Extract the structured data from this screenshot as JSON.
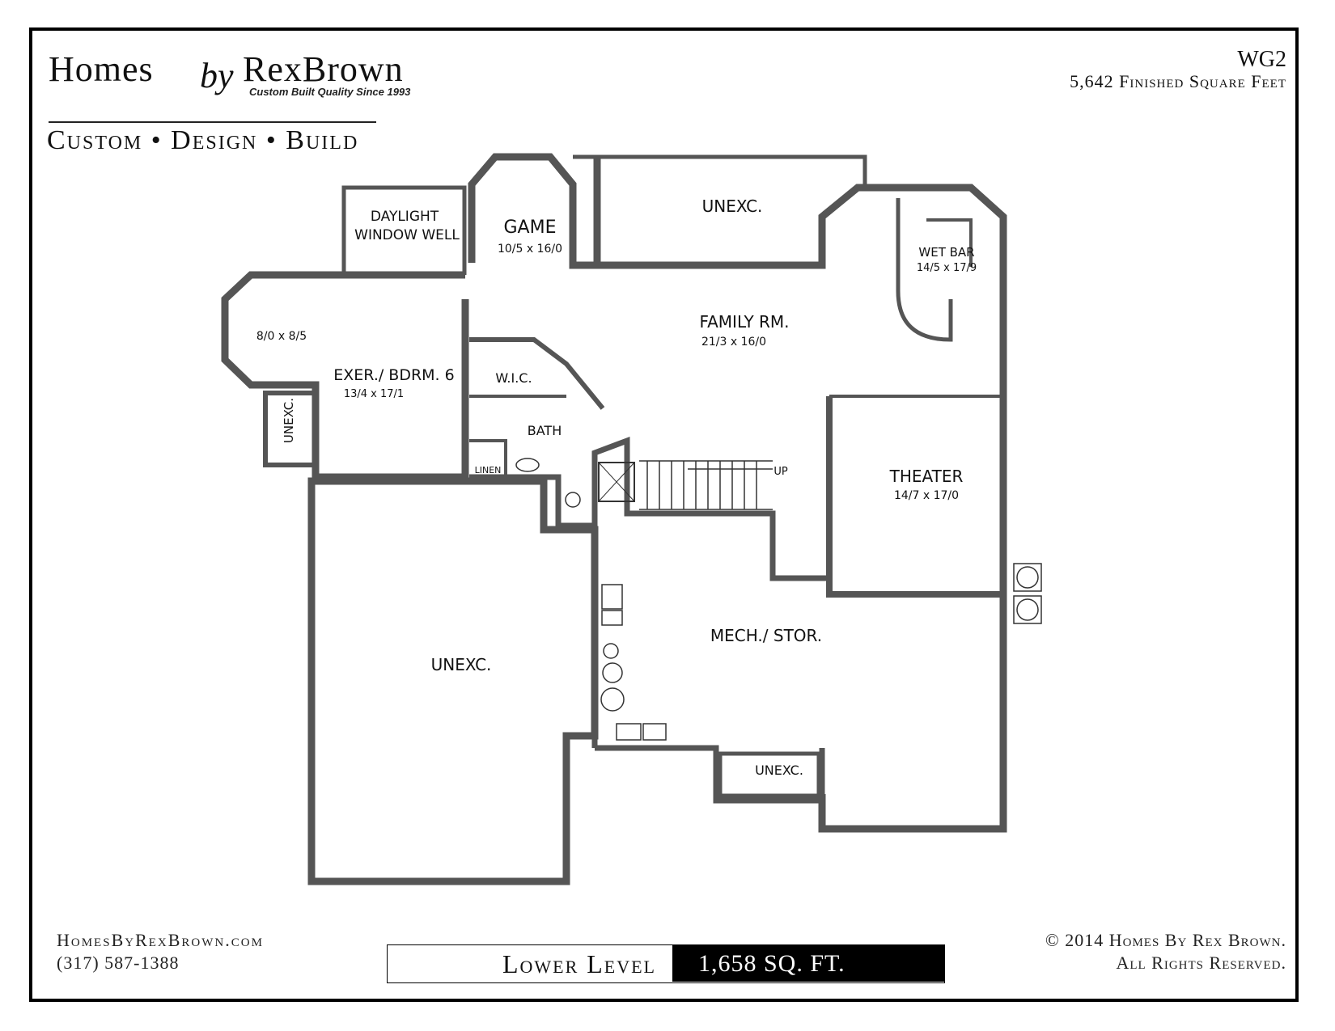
{
  "branding": {
    "logo_homes": "Homes",
    "logo_by": "by",
    "logo_rexbrown": "RexBrown",
    "tagline": "Custom Built Quality Since 1993",
    "slogan": "Custom • Design • Build"
  },
  "plan": {
    "code": "WG2",
    "finished_sqft": "5,642 Finished Square Feet"
  },
  "footer": {
    "website": "HomesByRexBrown.com",
    "phone": "(317) 587-1388",
    "level_label": "Lower Level",
    "level_sqft": "1,658 SQ. FT.",
    "copyright_line1": "© 2014 Homes By Rex Brown.",
    "copyright_line2": "All Rights Reserved."
  },
  "rooms": {
    "daylight_line1": "DAYLIGHT",
    "daylight_line2": "WINDOW WELL",
    "game": "GAME",
    "game_dim": "10/5 x 16/0",
    "unexc_top": "UNEXC.",
    "wet_bar": "WET BAR",
    "wet_bar_dim": "14/5 x 17/9",
    "family": "FAMILY RM.",
    "family_dim": "21/3 x 16/0",
    "nook_dim": "8/0 x 8/5",
    "exer": "EXER./ BDRM. 6",
    "exer_dim": "13/4 x 17/1",
    "wic": "W.I.C.",
    "bath": "BATH",
    "linen": "LINEN",
    "unexc_side": "UNEXC.",
    "up": "UP",
    "theater": "THEATER",
    "theater_dim": "14/7 x 17/0",
    "mech": "MECH./ STOR.",
    "unexc_left": "UNEXC.",
    "unexc_bottom": "UNEXC."
  }
}
